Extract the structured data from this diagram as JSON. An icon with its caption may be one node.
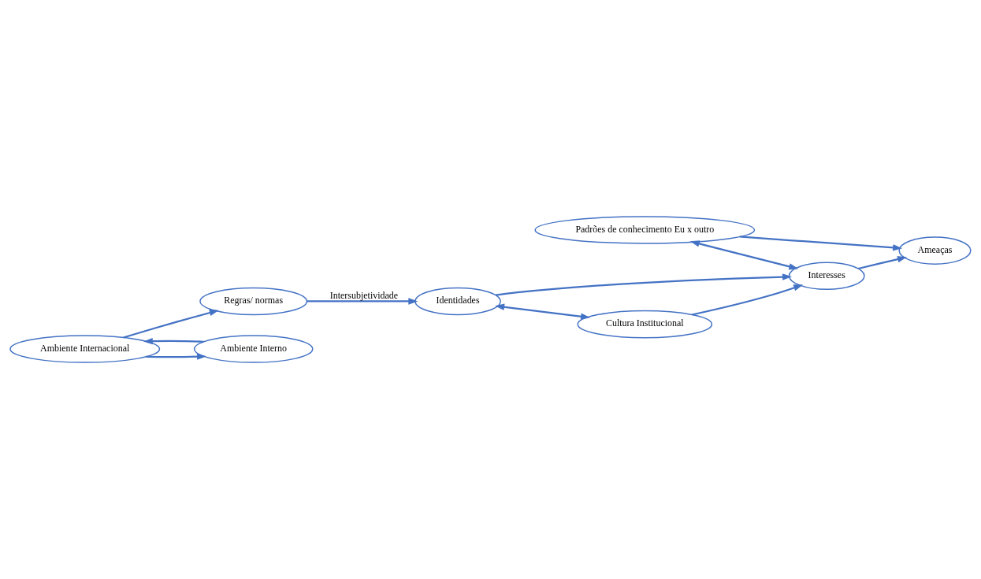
{
  "diagram": {
    "nodes": [
      {
        "text": [
          "Regras/ normas"
        ]
      },
      {
        "text": [
          "Identidades"
        ]
      },
      {
        "text": [
          "Padrões de conhecimento Eu x outro"
        ]
      },
      {
        "text": [
          "Ameaças"
        ]
      },
      {
        "text": [
          "Interesses"
        ]
      },
      {
        "text": [
          "Cultura Institucional"
        ]
      },
      {
        "text": [
          "Ambiente Internacional"
        ]
      },
      {
        "text": [
          "Ambiente Interno"
        ]
      }
    ],
    "edges": [
      {
        "from": 6,
        "to": 0,
        "arrow": "to"
      },
      {
        "from": 0,
        "to": 1,
        "arrow": "to",
        "label": "Intersubjetividade"
      },
      {
        "from": 1,
        "to": 5,
        "arrow": "both"
      },
      {
        "from": 1,
        "to": 4,
        "arrow": "to"
      },
      {
        "from": 5,
        "to": 4,
        "arrow": "to"
      },
      {
        "from": 2,
        "to": 4,
        "arrow": "both"
      },
      {
        "from": 2,
        "to": 3,
        "arrow": "to"
      },
      {
        "from": 4,
        "to": 3,
        "arrow": "to"
      },
      {
        "from": 6,
        "to": 7,
        "arrow": "to"
      },
      {
        "from": 7,
        "to": 6,
        "arrow": "to"
      }
    ]
  }
}
